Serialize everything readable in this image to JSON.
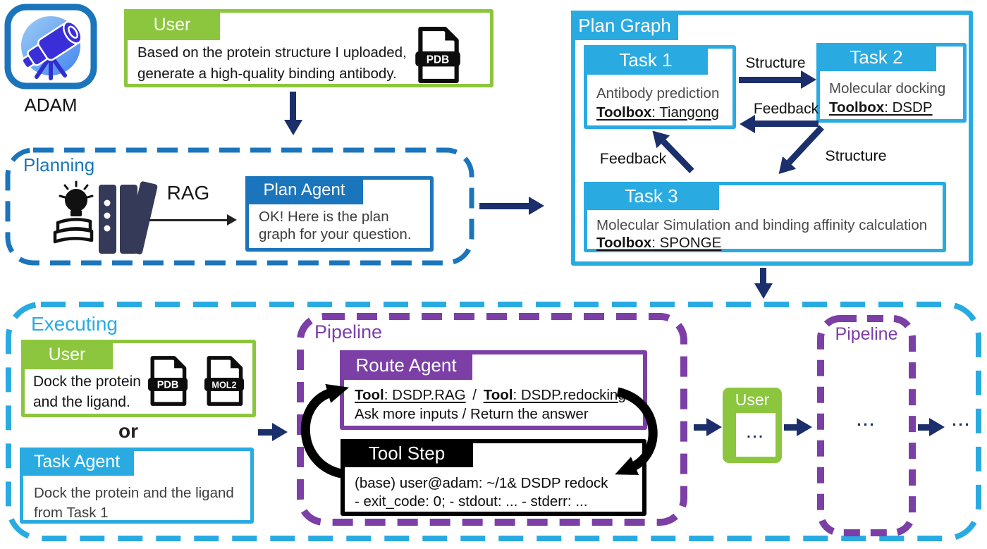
{
  "colors": {
    "green": "#8cc63e",
    "cyan": "#29abe2",
    "blue": "#1b75bc",
    "purple": "#7b3fa6",
    "navy": "#1a2f6b",
    "black": "#000000"
  },
  "adam": {
    "label": "ADAM"
  },
  "top_user": {
    "tab": "User",
    "line1": "Based on the protein structure I uploaded,",
    "line2": "generate a high-quality binding antibody.",
    "file_badge": "PDB"
  },
  "planning": {
    "title": "Planning",
    "rag_label": "RAG",
    "plan_agent": {
      "tab": "Plan Agent",
      "line1": "OK! Here is the plan",
      "line2": "graph for your question."
    }
  },
  "plan_graph": {
    "title": "Plan Graph",
    "task1": {
      "tab": "Task 1",
      "desc": "Antibody prediction",
      "toolbox_label": "Toolbox",
      "toolbox_rest": ": Tiangong"
    },
    "task2": {
      "tab": "Task 2",
      "desc": "Molecular docking",
      "toolbox_label": "Toolbox",
      "toolbox_rest": ": DSDP"
    },
    "task3": {
      "tab": "Task 3",
      "desc": "Molecular Simulation and binding affinity calculation",
      "toolbox_label": "Toolbox",
      "toolbox_rest": ": SPONGE"
    },
    "labels": {
      "structure_12": "Structure",
      "feedback_21": "Feedback",
      "feedback_31": "Feedback",
      "structure_23": "Structure"
    }
  },
  "executing": {
    "title": "Executing",
    "user": {
      "tab": "User",
      "line1": "Dock the protein",
      "line2": "and the ligand.",
      "file_badge1": "PDB",
      "file_badge2": "MOL2"
    },
    "or_label": "or",
    "task_agent": {
      "tab": "Task Agent",
      "line1": "Dock the protein and the ligand",
      "line2": "from Task 1"
    }
  },
  "pipeline": {
    "title": "Pipeline",
    "route_agent": {
      "tab": "Route Agent",
      "tool_label": "Tool",
      "tool1_rest": ": DSDP.RAG",
      "separator": "/",
      "tool2_rest": ": DSDP.redocking",
      "line2": "Ask more inputs / Return the answer"
    },
    "tool_step": {
      "tab": "Tool Step",
      "line1": "(base) user@adam: ~/1& DSDP redock",
      "line2": "- exit_code: 0; - stdout: ... - stderr: ..."
    }
  },
  "handoff_user": {
    "tab": "User",
    "dots": "..."
  },
  "pipeline_next": {
    "title": "Pipeline",
    "dots": "..."
  },
  "final_dots": "..."
}
